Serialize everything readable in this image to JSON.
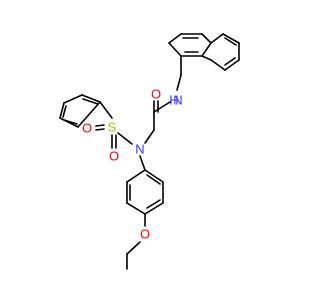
{
  "molecule": {
    "atoms": {
      "sulfur": "S",
      "sulfonyl_oxygen_1": "O",
      "sulfonyl_oxygen_2": "O",
      "amide_oxygen": "O",
      "sulfonamide_nitrogen": "N",
      "amide_nitrogen_h": "H",
      "amide_nitrogen_n": "N",
      "ether_oxygen": "O"
    },
    "colors": {
      "bond": "#000000",
      "oxygen": "#ff0000",
      "nitrogen": "#3333ff",
      "sulfur": "#b8b800",
      "background": "#ffffff"
    }
  }
}
